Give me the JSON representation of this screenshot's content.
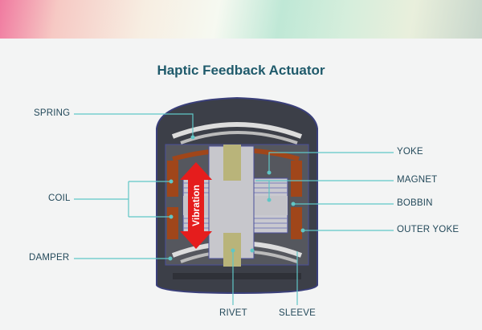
{
  "title": "Haptic Feedback Actuator",
  "labels": {
    "spring": "SPRING",
    "coil": "COIL",
    "damper": "DAMPER",
    "yoke": "YOKE",
    "magnet": "MAGNET",
    "bobbin": "BOBBIN",
    "outer_yoke": "OUTER YOKE",
    "rivet": "RIVET",
    "sleeve": "SLEEVE"
  },
  "arrow_label": "Vibration",
  "colors": {
    "leader": "#5fc6c6",
    "text": "#23495a",
    "title": "#1f5a6b",
    "arrow": "#e51d1d",
    "coil": "#9a4318"
  }
}
